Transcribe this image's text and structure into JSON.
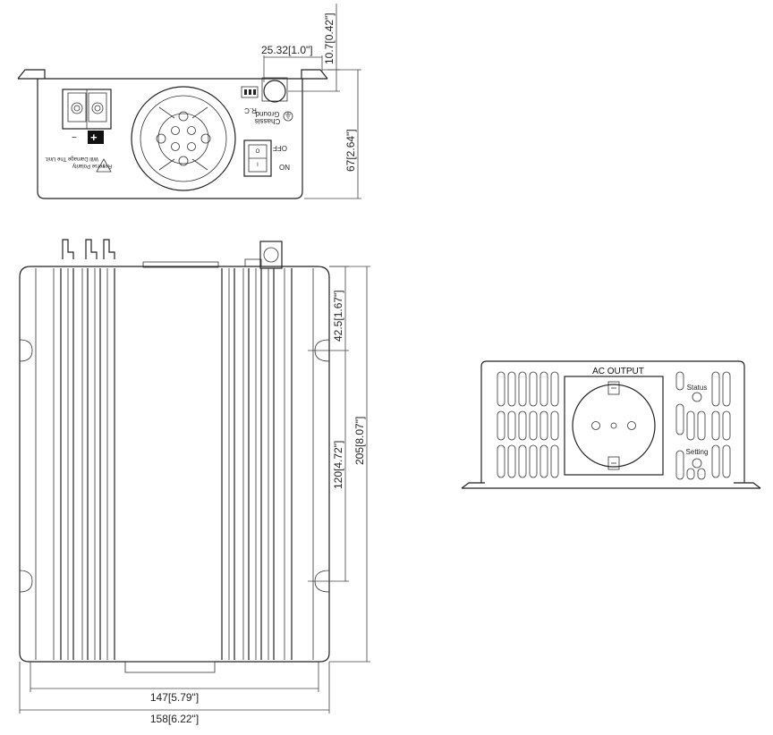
{
  "dimensions": {
    "d_25_32": "25.32[1.0\"]",
    "d_10_7": "10.7[0.42\"]",
    "d_67": "67[2.64\"]",
    "d_42_5": "42.5[1.67\"]",
    "d_120": "120[4.72\"]",
    "d_205": "205[8.07\"]",
    "d_147": "147[5.79\"]",
    "d_158": "158[6.22\"]"
  },
  "top_view_labels": {
    "rc": "R.C",
    "chassis": "Chassis",
    "ground": "Ground",
    "off": "OFF",
    "on": "ON",
    "switch_o": "O",
    "switch_i": "I",
    "warning_line1": "Reverse Polarity",
    "warning_line2": "Will Damage The Unit.",
    "minus": "−",
    "plus": "+"
  },
  "front_view_labels": {
    "ac_output": "AC OUTPUT",
    "status": "Status",
    "setting": "Setting"
  }
}
